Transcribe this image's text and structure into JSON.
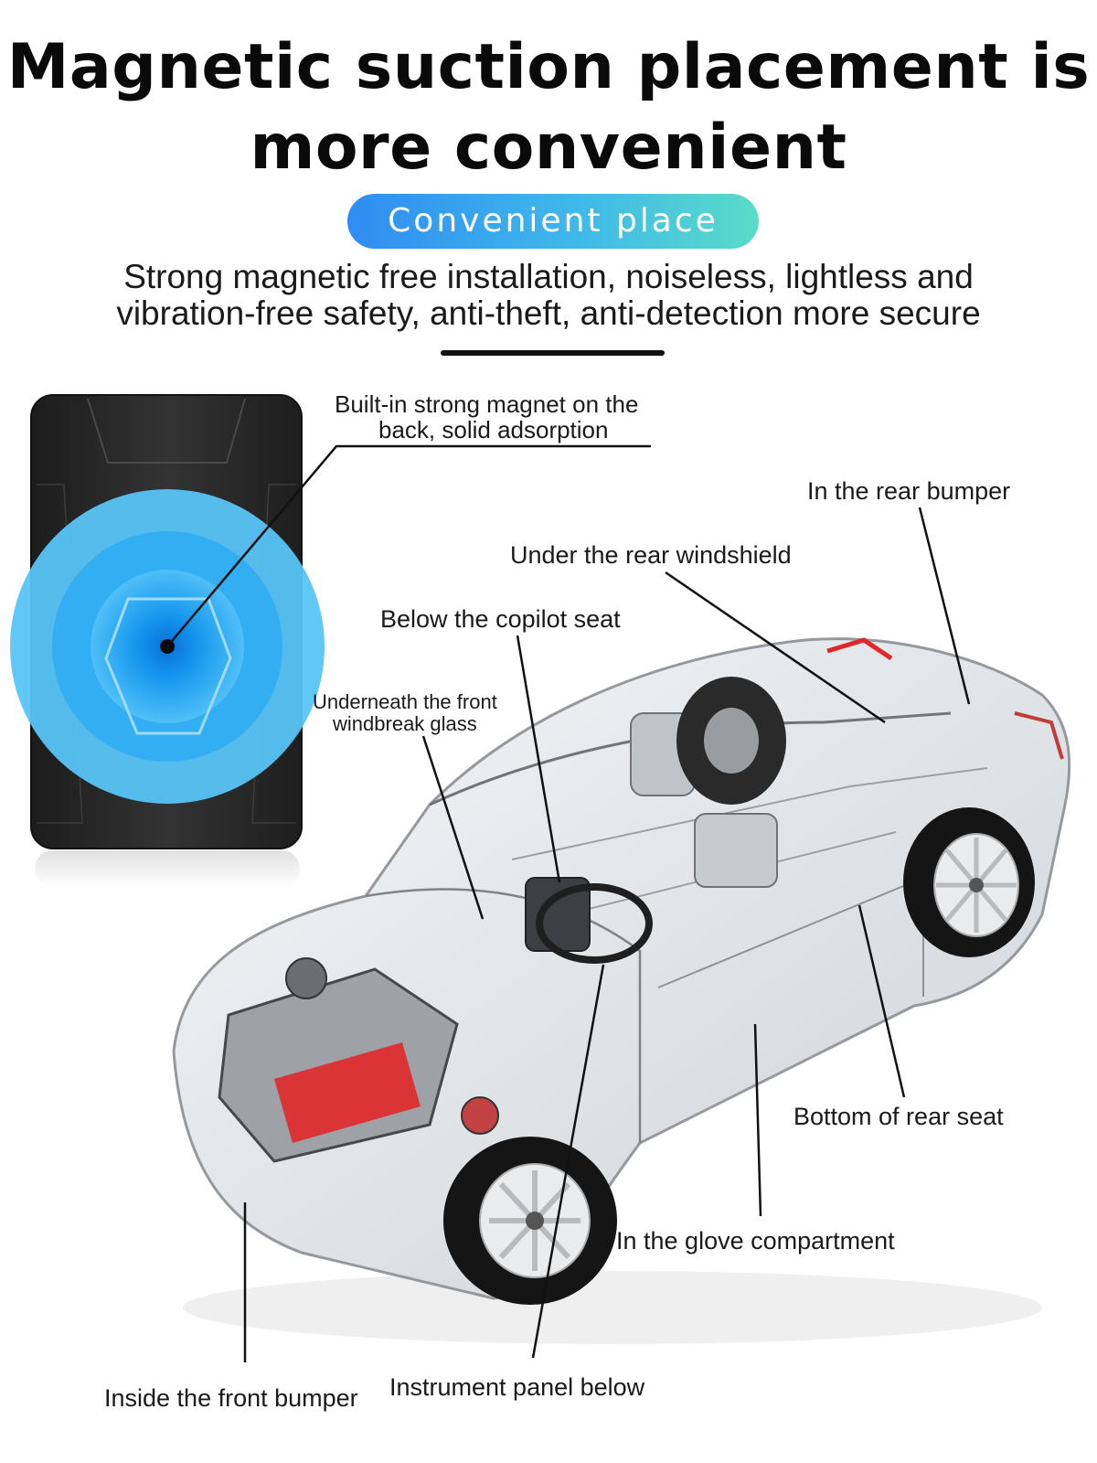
{
  "header": {
    "title_line1": "Magnetic suction placement is",
    "title_line2": "more convenient",
    "badge": "Convenient place",
    "subtitle_line1": "Strong magnetic free installation, noiseless, lightless and",
    "subtitle_line2": "vibration-free safety, anti-theft, anti-detection more secure"
  },
  "device": {
    "callout_line1": "Built-in strong magnet on the",
    "callout_line2": "back, solid adsorption"
  },
  "locations": {
    "rear_bumper": "In the rear bumper",
    "rear_windshield": "Under the rear windshield",
    "copilot_seat": "Below the copilot seat",
    "front_glass_line1": "Underneath the front",
    "front_glass_line2": "windbreak glass",
    "rear_seat": "Bottom of rear seat",
    "glove_compartment": "In the glove compartment",
    "front_bumper": "Inside the front bumper",
    "instrument_panel": "Instrument panel below"
  },
  "colors": {
    "badge_gradient_start": "#2f8cf2",
    "badge_gradient_end": "#59dcc8",
    "magnet_glow": "#1e9cf0",
    "device_body": "#2c2c2c",
    "engine_accent": "#e0282a"
  }
}
